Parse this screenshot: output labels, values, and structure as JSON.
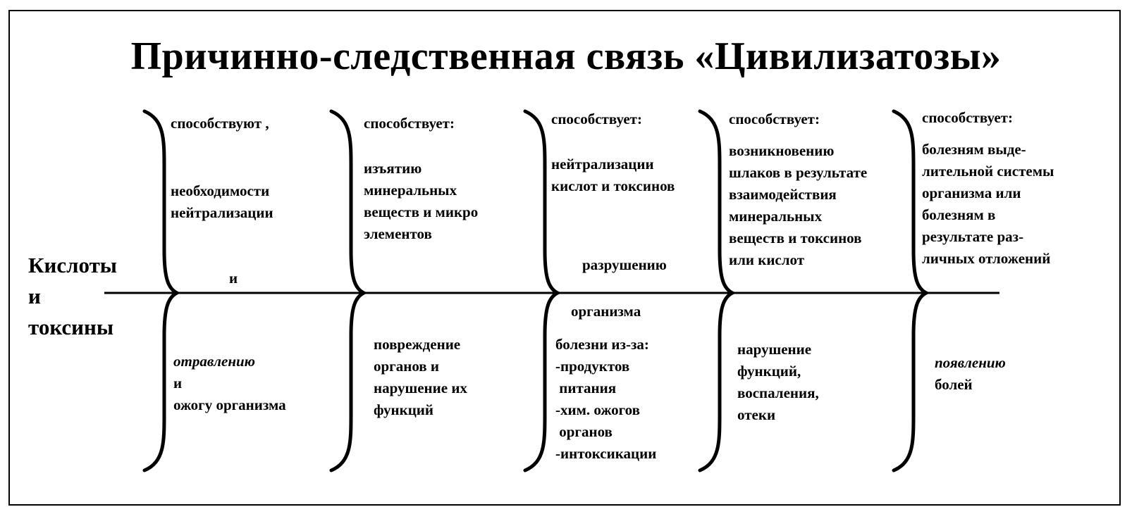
{
  "title": "Причинно-следственная связь «Цивилизатозы»",
  "source": "Кислоты\nи\nтоксины",
  "stages": [
    {
      "top_label": "способствуют ,",
      "top_body": "необходимости\nнейтрализации",
      "join": "и",
      "bottom_italic": "отравлению",
      "bottom_body": "и\nожогу организма"
    },
    {
      "top_label": "способствует:",
      "top_body": "изъятию\nминеральных\nвеществ и микро\nэлементов",
      "bottom_body": "повреждение\nорганов и\nнарушение их\nфункций"
    },
    {
      "top_label": "способствует:",
      "top_body": "нейтрализации\nкислот и токсинов",
      "join_top": "разрушению",
      "join_bottom": "организма",
      "bottom_body": "болезни из-за:\n-продуктов\n питания\n-хим. ожогов\n органов\n-интоксикации"
    },
    {
      "top_label": "способствует:",
      "top_body": "возникновению\nшлаков в результате\nвзаимодействия\nминеральных\nвеществ и токсинов\nили кислот",
      "bottom_body": "нарушение\nфункций,\nвоспаления,\nотеки"
    },
    {
      "top_label": "способствует:",
      "top_body": "болезням выде-\nлительной системы\nорганизма или\nболезням в\nрезультате раз-\nличных отложений",
      "bottom_italic": "появлению",
      "bottom_body": "болей"
    }
  ]
}
